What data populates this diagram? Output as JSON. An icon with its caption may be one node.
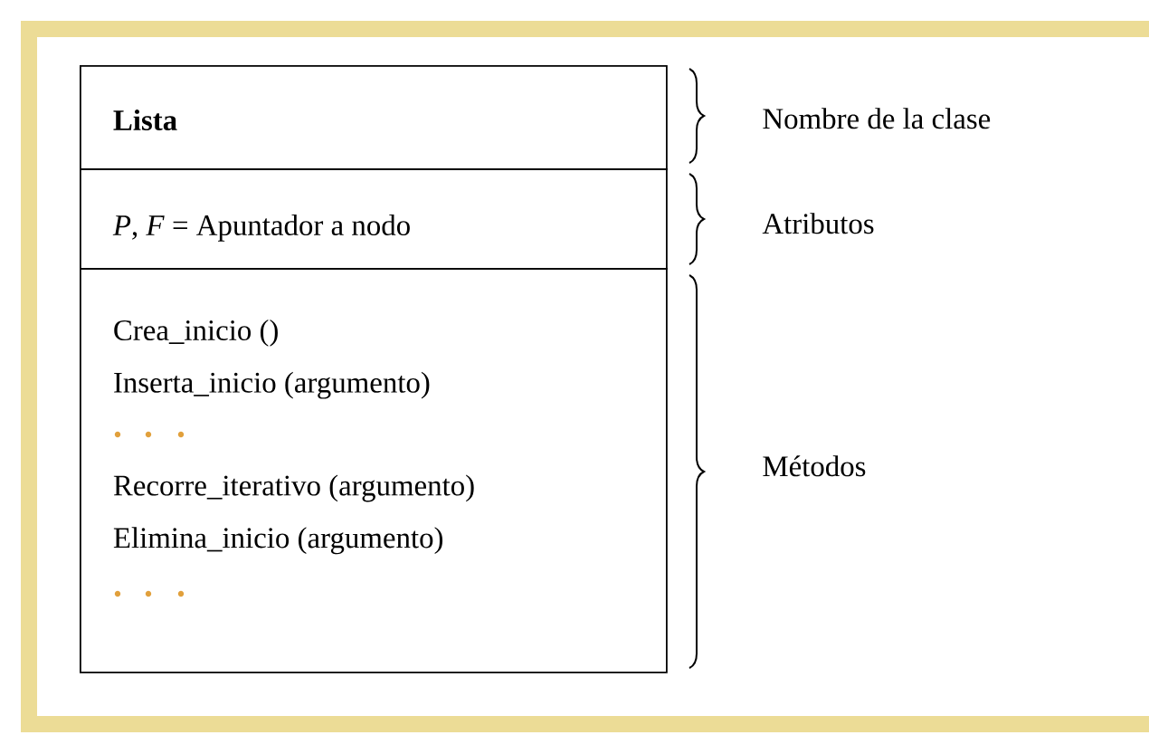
{
  "diagram": {
    "nodes": [
      {
        "text": [
          "Lista"
        ]
      },
      {
        "text": [
          "*P*, *F* = Apuntador a nodo"
        ]
      },
      {
        "text": [
          "Crea_inicio ()",
          "Inserta_inicio (argumento)",
          "Recorre_iterativo (argumento)",
          "Elimina_inicio (argumento)"
        ]
      }
    ],
    "labels": [
      "Nombre de la clase",
      "Atributos",
      "Métodos"
    ]
  }
}
